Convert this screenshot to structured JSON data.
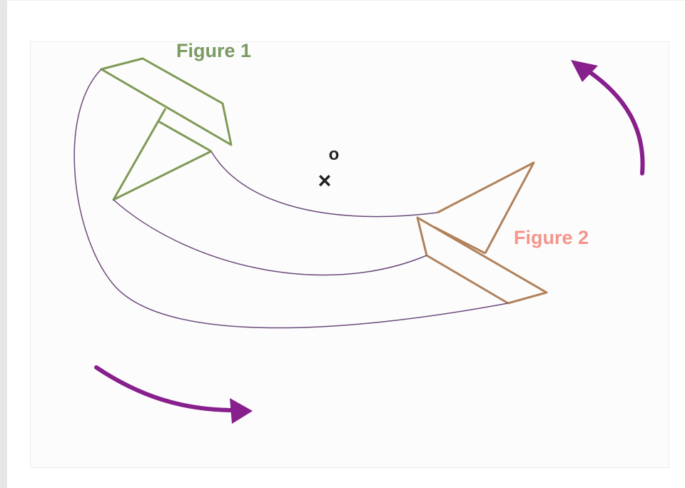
{
  "labels": {
    "figure1": "Figure 1",
    "figure2": "Figure 2",
    "center_circle": "o",
    "center_cross": "×"
  },
  "colors": {
    "figure1": "#7a9a62",
    "figure2": "#f4958a",
    "figure1_stroke": "#7f9a55",
    "figure2_stroke": "#b0825a",
    "path": "#6b4a7a",
    "arrow": "#871f8c",
    "marker": "#222222"
  },
  "icons": {
    "rotation_arrow_bottom": "curved-arrow-clockwise-icon",
    "rotation_arrow_top": "curved-arrow-up-icon"
  }
}
